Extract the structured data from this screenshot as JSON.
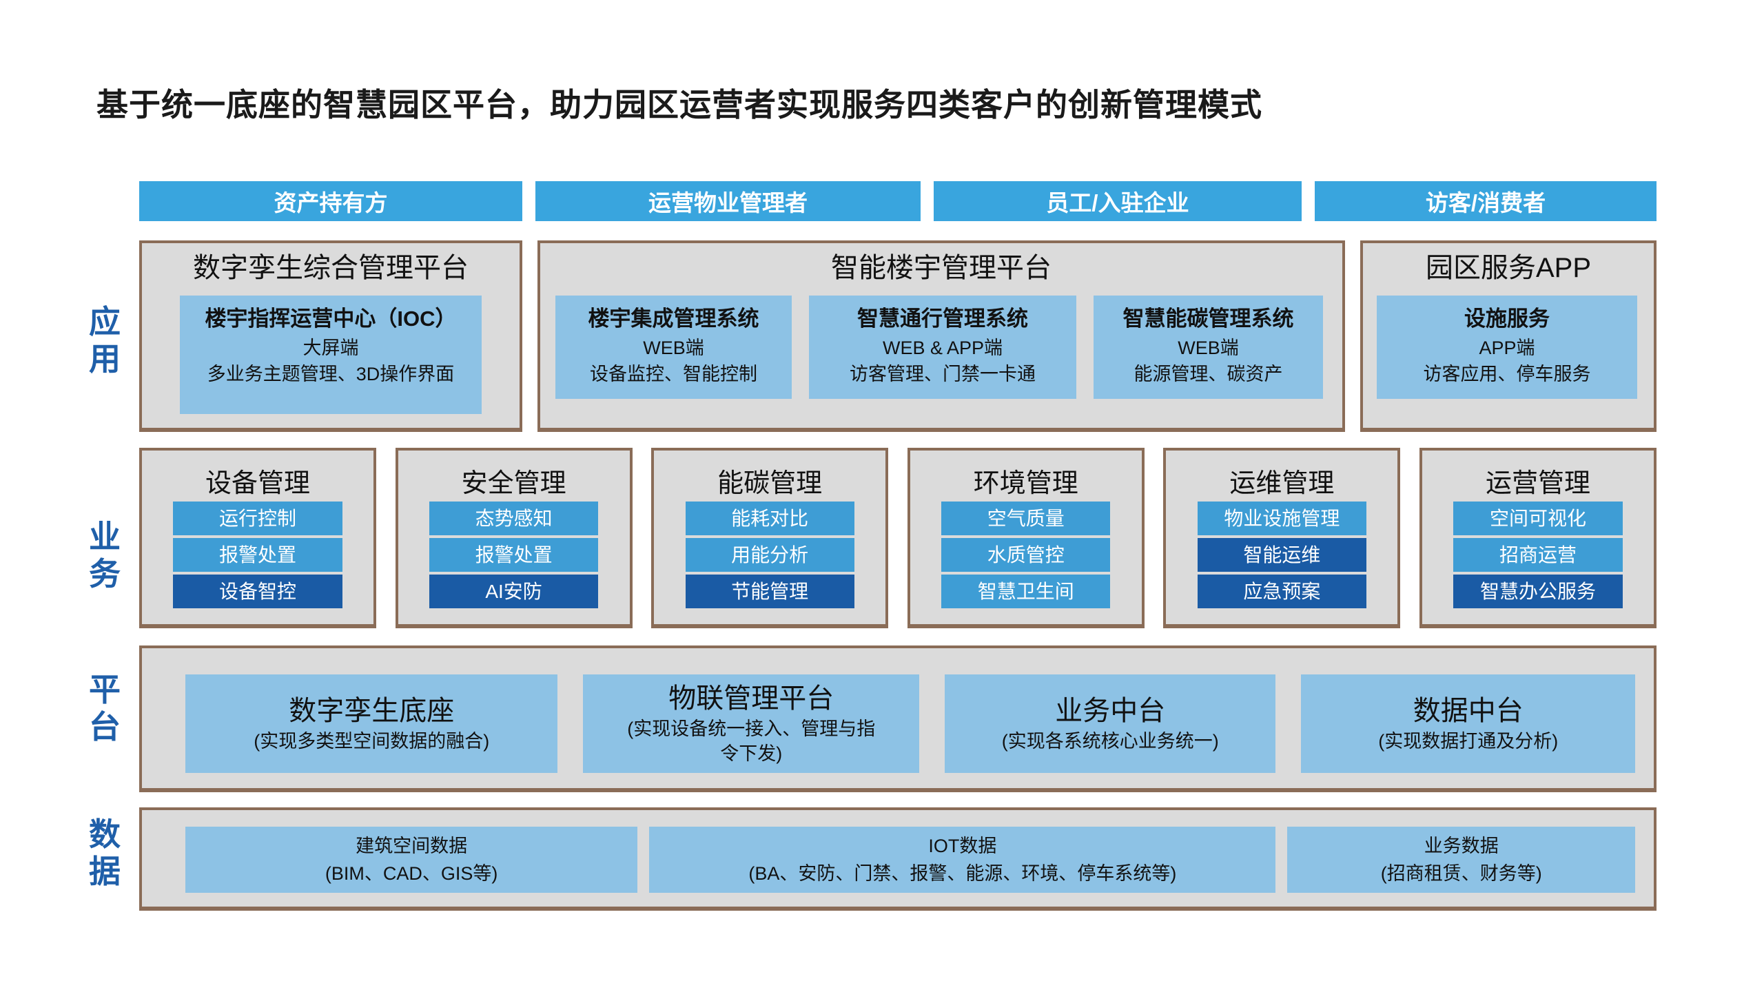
{
  "title": "基于统一底座的智慧园区平台，助力园区运营者实现服务四类客户的创新管理模式",
  "colors": {
    "header_bar_blue": "#39A5DE",
    "item_light_blue": "#3E9DD5",
    "item_dark_blue": "#1A5BA5",
    "card_pale_blue": "#8DC2E5",
    "panel_gray": "#DBDBDB",
    "panel_border_brown": "#8A6C57",
    "rail_text_blue": "#1F5FA9"
  },
  "customer_headers": [
    "资产持有方",
    "运营物业管理者",
    "员工/入驻企业",
    "访客/消费者"
  ],
  "rails": {
    "application": "应用",
    "business": "业务",
    "platform": "平台",
    "data": "数据"
  },
  "application_row": {
    "boxes": [
      {
        "title": "数字孪生综合管理平台",
        "apps": [
          {
            "name": "楼宇指挥运营中心（IOC）",
            "line2": "大屏端",
            "line3": "多业务主题管理、3D操作界面"
          }
        ]
      },
      {
        "title": "智能楼宇管理平台",
        "apps": [
          {
            "name": "楼宇集成管理系统",
            "line2": "WEB端",
            "line3": "设备监控、智能控制"
          },
          {
            "name": "智慧通行管理系统",
            "line2": "WEB & APP端",
            "line3": "访客管理、门禁一卡通"
          },
          {
            "name": "智慧能碳管理系统",
            "line2": "WEB端",
            "line3": "能源管理、碳资产"
          }
        ]
      },
      {
        "title": "园区服务APP",
        "apps": [
          {
            "name": "设施服务",
            "line2": "APP端",
            "line3": "访客应用、停车服务"
          }
        ]
      }
    ]
  },
  "business_row": {
    "columns": [
      {
        "title": "设备管理",
        "items": [
          {
            "label": "运行控制",
            "variant": "light"
          },
          {
            "label": "报警处置",
            "variant": "light"
          },
          {
            "label": "设备智控",
            "variant": "dark"
          }
        ]
      },
      {
        "title": "安全管理",
        "items": [
          {
            "label": "态势感知",
            "variant": "light"
          },
          {
            "label": "报警处置",
            "variant": "light"
          },
          {
            "label": "AI安防",
            "variant": "dark"
          }
        ]
      },
      {
        "title": "能碳管理",
        "items": [
          {
            "label": "能耗对比",
            "variant": "light"
          },
          {
            "label": "用能分析",
            "variant": "light"
          },
          {
            "label": "节能管理",
            "variant": "dark"
          }
        ]
      },
      {
        "title": "环境管理",
        "items": [
          {
            "label": "空气质量",
            "variant": "light"
          },
          {
            "label": "水质管控",
            "variant": "light"
          },
          {
            "label": "智慧卫生间",
            "variant": "light"
          }
        ]
      },
      {
        "title": "运维管理",
        "items": [
          {
            "label": "物业设施管理",
            "variant": "light"
          },
          {
            "label": "智能运维",
            "variant": "dark"
          },
          {
            "label": "应急预案",
            "variant": "dark"
          }
        ]
      },
      {
        "title": "运营管理",
        "items": [
          {
            "label": "空间可视化",
            "variant": "light"
          },
          {
            "label": "招商运营",
            "variant": "light"
          },
          {
            "label": "智慧办公服务",
            "variant": "dark"
          }
        ]
      }
    ]
  },
  "platform_row": {
    "boxes": [
      {
        "title": "数字孪生底座",
        "subtitle": "(实现多类型空间数据的融合)"
      },
      {
        "title": "物联管理平台",
        "subtitle": "(实现设备统一接入、管理与指令下发)"
      },
      {
        "title": "业务中台",
        "subtitle": "(实现各系统核心业务统一)"
      },
      {
        "title": "数据中台",
        "subtitle": "(实现数据打通及分析)"
      }
    ]
  },
  "data_row": {
    "boxes": [
      {
        "title": "建筑空间数据",
        "subtitle": "(BIM、CAD、GIS等)"
      },
      {
        "title": "IOT数据",
        "subtitle": "(BA、安防、门禁、报警、能源、环境、停车系统等)"
      },
      {
        "title": "业务数据",
        "subtitle": "(招商租赁、财务等)"
      }
    ]
  }
}
